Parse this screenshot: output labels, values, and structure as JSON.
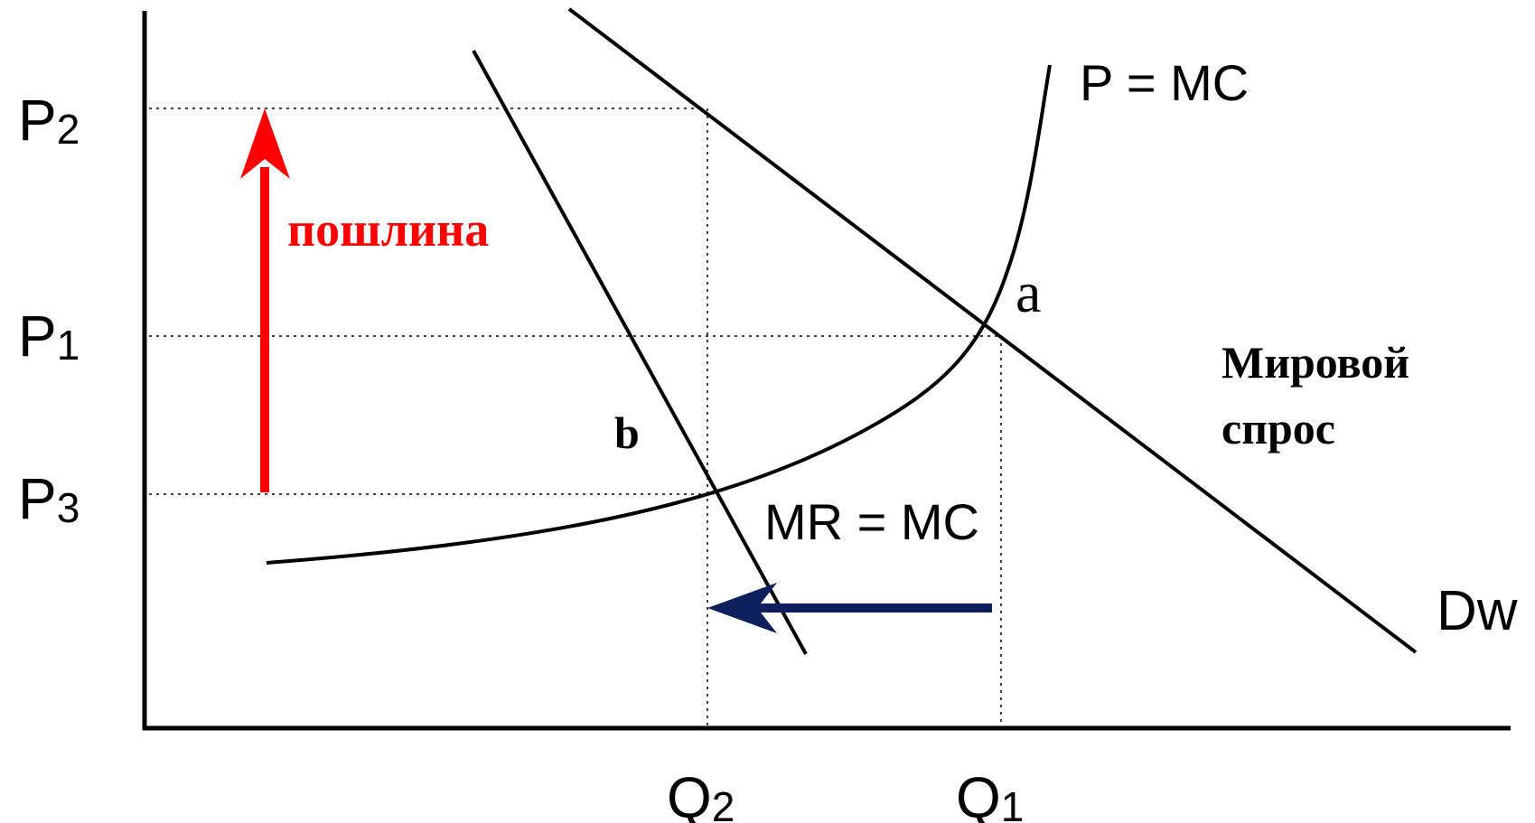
{
  "axis_labels": {
    "p2": {
      "main": "P",
      "sub": "2"
    },
    "p1": {
      "main": "P",
      "sub": "1"
    },
    "p3": {
      "main": "P",
      "sub": "3"
    },
    "q2": {
      "main": "Q",
      "sub": "2"
    },
    "q1": {
      "main": "Q",
      "sub": "1"
    }
  },
  "curve_labels": {
    "p_equals_mc": "P = MC",
    "mr_equals_mc": "MR = MC",
    "dw": "Dw"
  },
  "point_labels": {
    "a": "a",
    "b": "b"
  },
  "annotations": {
    "tariff": "пошлина",
    "world_demand_line1": "Мировой",
    "world_demand_line2": "спрос"
  },
  "colors": {
    "tariff_arrow": "#ff0000",
    "tariff_text": "#ff0000",
    "quantity_arrow": "#0d1f5c",
    "lines": "#000000"
  }
}
